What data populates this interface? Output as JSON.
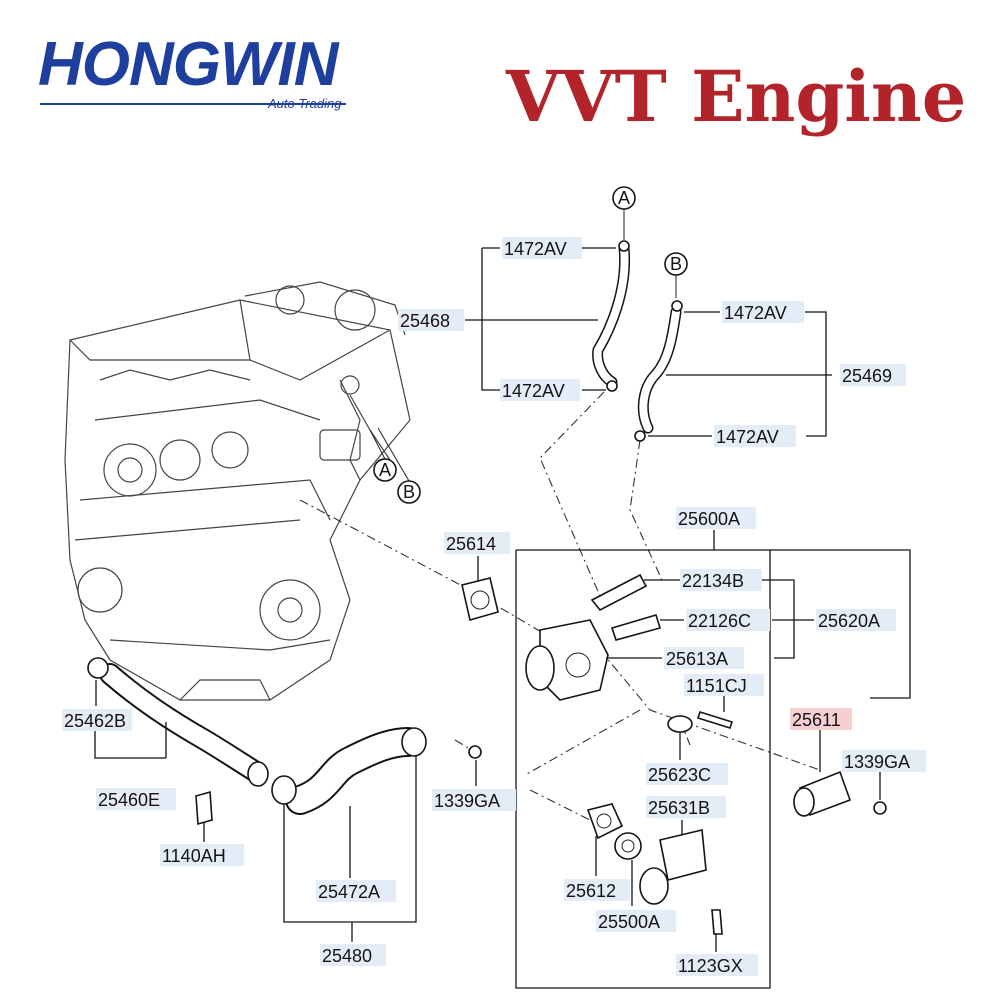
{
  "brand": {
    "name": "HONGWIN",
    "tagline": "Auto Trading"
  },
  "title": "VVT Engine",
  "markers": [
    "A",
    "B"
  ],
  "parts": {
    "p_1472AV_a": "1472AV",
    "p_1472AV_b": "1472AV",
    "p_1472AV_c": "1472AV",
    "p_1472AV_d": "1472AV",
    "p_25468": "25468",
    "p_25469": "25469",
    "p_25600A": "25600A",
    "p_25614": "25614",
    "p_22134B": "22134B",
    "p_22126C": "22126C",
    "p_25620A": "25620A",
    "p_25613A": "25613A",
    "p_1151CJ": "1151CJ",
    "p_25611": "25611",
    "p_1339GA_a": "1339GA",
    "p_1339GA_b": "1339GA",
    "p_25462B": "25462B",
    "p_25460E": "25460E",
    "p_1140AH": "1140AH",
    "p_25623C": "25623C",
    "p_25631B": "25631B",
    "p_25612": "25612",
    "p_25500A": "25500A",
    "p_25472A": "25472A",
    "p_25480": "25480",
    "p_1123GX": "1123GX"
  },
  "colors": {
    "brand": "#1f3f9f",
    "title": "#b3242a",
    "label_bg": "#e4ecf7",
    "highlight_bg": "#f6cfd3"
  }
}
